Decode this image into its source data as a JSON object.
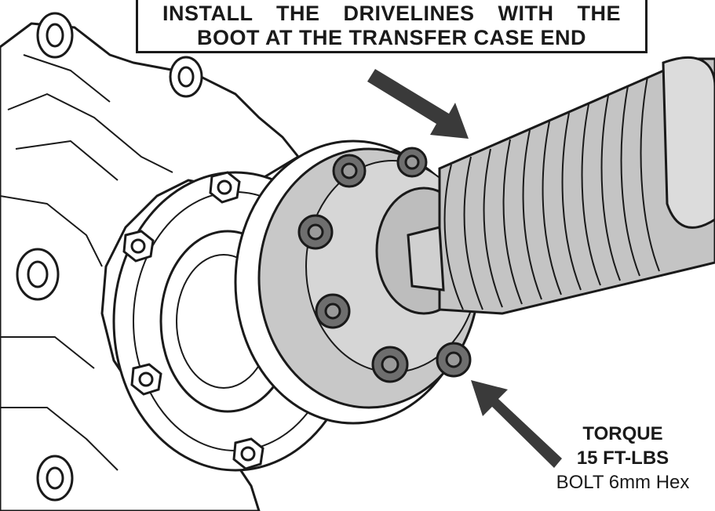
{
  "callout": {
    "line1": "INSTALL THE DRIVELINES WITH THE",
    "line2": "BOOT AT THE TRANSFER CASE END"
  },
  "torque_note": {
    "title": "TORQUE",
    "value": "15 FT-LBS",
    "spec": "BOLT 6mm Hex"
  },
  "colors": {
    "line": "#1a1a1a",
    "metal_gray": "#bdbdbd",
    "bolt_gray": "#6e6e6e",
    "background": "#ffffff"
  }
}
